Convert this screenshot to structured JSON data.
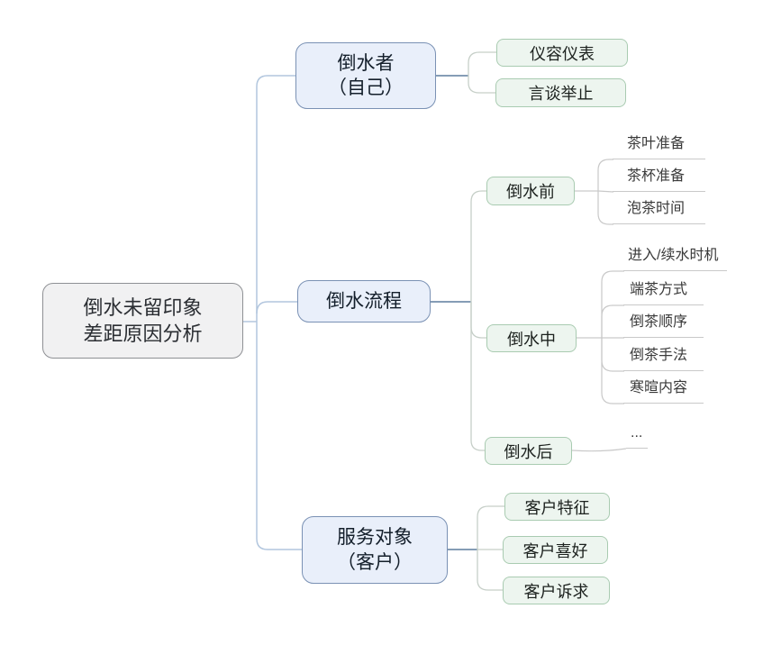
{
  "root": {
    "line1": "倒水未留印象",
    "line2": "差距原因分析"
  },
  "branches": [
    {
      "line1": "倒水者",
      "line2": "（自己）",
      "children": [
        {
          "label": "仪容仪表"
        },
        {
          "label": "言谈举止"
        }
      ]
    },
    {
      "label": "倒水流程",
      "children": [
        {
          "label": "倒水前",
          "leaves": [
            "茶叶准备",
            "茶杯准备",
            "泡茶时间"
          ]
        },
        {
          "label": "倒水中",
          "leaves": [
            "进入/续水时机",
            "端茶方式",
            "倒茶顺序",
            "倒茶手法",
            "寒暄内容"
          ]
        },
        {
          "label": "倒水后",
          "leaves": [
            "..."
          ]
        }
      ]
    },
    {
      "line1": "服务对象",
      "line2": "（客户）",
      "children": [
        {
          "label": "客户特征"
        },
        {
          "label": "客户喜好"
        },
        {
          "label": "客户诉求"
        }
      ]
    }
  ],
  "colors": {
    "root_fill": "#f1f1f2",
    "root_border": "#8e9094",
    "branch_fill": "#e9effa",
    "branch_border": "#7a91b4",
    "child_fill": "#edf5ef",
    "child_border": "#a9cbb1",
    "trunk_blue": "#b2c6de",
    "stub_blue": "#5d7d9e",
    "green_line": "#c6cfc8",
    "leaf_line": "#c9c9c9"
  }
}
